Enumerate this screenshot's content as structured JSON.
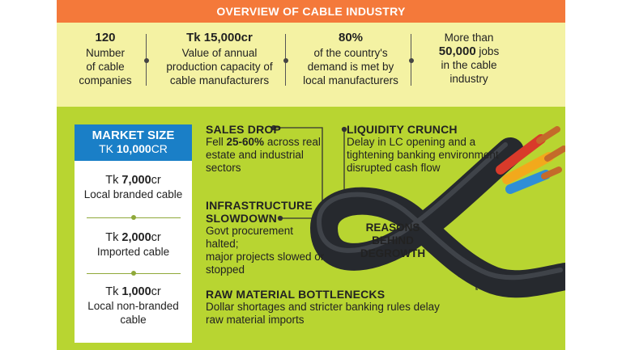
{
  "banner": {
    "title": "OVERVIEW OF CABLE INDUSTRY"
  },
  "stats": [
    {
      "value": "120",
      "label_lines": [
        "Number",
        "of cable",
        "companies"
      ]
    },
    {
      "value": "Tk 15,000cr",
      "label_lines": [
        "Value of annual",
        "production capacity of",
        "cable manufacturers"
      ]
    },
    {
      "value": "80%",
      "label_lines": [
        "of the country's",
        "demand is met by",
        "local manufacturers"
      ]
    },
    {
      "prefix": "More than",
      "value": "50,000",
      "suffix": " jobs",
      "label_lines": [
        "in the cable",
        "industry"
      ]
    }
  ],
  "market": {
    "title": "MARKET SIZE",
    "total_prefix": "TK ",
    "total_value": "10,000",
    "total_suffix": "CR",
    "items": [
      {
        "prefix": "Tk ",
        "value": "7,000",
        "suffix": "cr",
        "label": "Local branded cable"
      },
      {
        "prefix": "Tk ",
        "value": "2,000",
        "suffix": "cr",
        "label": "Imported cable"
      },
      {
        "prefix": "Tk ",
        "value": "1,000",
        "suffix": "cr",
        "label_lines": [
          "Local non-branded",
          "cable"
        ]
      }
    ]
  },
  "reasons": {
    "center_lines": [
      "REASONS",
      "BEHIND",
      "DEGROWTH"
    ],
    "sales_drop": {
      "heading": "SALES DROP",
      "pre": "Fell ",
      "bold": "25-60%",
      "post": " across real",
      "lines": [
        "estate and industrial",
        "sectors"
      ]
    },
    "liquidity": {
      "heading": "LIQUIDITY CRUNCH",
      "lines": [
        "Delay in LC opening and a",
        "tightening banking environment",
        "disrupted cash flow"
      ]
    },
    "infrastructure": {
      "heading_lines": [
        "INFRASTRUCTURE",
        "SLOWDOWN"
      ],
      "lines": [
        "Govt procurement halted;",
        "major projects slowed or",
        "stopped"
      ]
    },
    "raw_material": {
      "heading": "RAW MATERIAL BOTTLENECKS",
      "lines": [
        "Dollar shortages and stricter banking rules delay",
        "raw material imports"
      ]
    }
  },
  "colors": {
    "banner": "#f4793a",
    "stats_bg": "#f4f2a3",
    "lower_bg": "#b8d531",
    "market_header": "#1a7fc7",
    "cable": "#2d3035",
    "copper": "#c46a2a"
  }
}
